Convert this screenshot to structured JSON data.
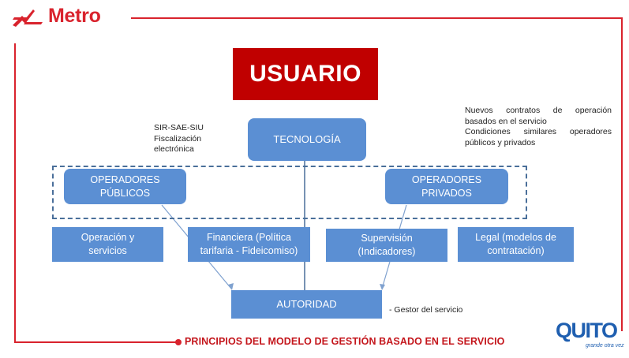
{
  "brand": {
    "name": "Metro",
    "partner_logo_text": "QUITO",
    "partner_logo_tagline": "grande otra vez",
    "accent_color": "#d9232d"
  },
  "diagram": {
    "usuario": "USUARIO",
    "tecnologia": "TECNOLOGÍA",
    "tech_note": [
      "SIR-SAE-SIU",
      "Fiscalización",
      "electrónica"
    ],
    "right_note": {
      "line1": "Nuevos contratos de operación basados en el servicio",
      "line2": "Condiciones similares operadores públicos y privados"
    },
    "operadores_publicos": [
      "OPERADORES",
      "PÚBLICOS"
    ],
    "operadores_privados": [
      "OPERADORES",
      "PRIVADOS"
    ],
    "functions": {
      "operacion": [
        "Operación y",
        "servicios"
      ],
      "financiera": [
        "Financiera (Política",
        "tarifaria - Fideicomiso)"
      ],
      "supervision": [
        "Supervisión",
        "(Indicadores)"
      ],
      "legal": [
        "Legal (modelos de",
        "contratación)"
      ]
    },
    "autoridad": "AUTORIDAD",
    "autoridad_note": "- Gestor del servicio"
  },
  "footer": {
    "title": "PRINCIPIOS DEL MODELO DE GESTIÓN BASADO EN EL SERVICIO"
  }
}
